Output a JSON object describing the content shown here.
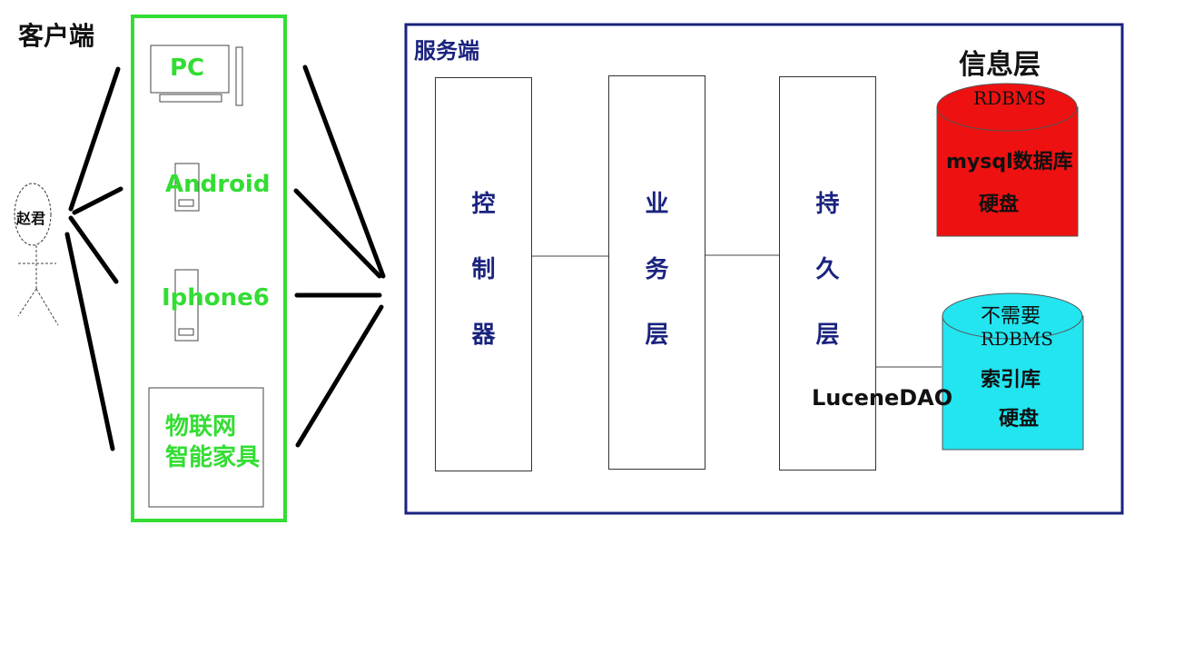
{
  "client": {
    "title": "客户端",
    "user": "赵君",
    "devices": {
      "pc": "PC",
      "android": "Android",
      "iphone": "Iphone6",
      "iot_line1": "物联网",
      "iot_line2": "智能家具"
    }
  },
  "server": {
    "title": "服务端",
    "controller": [
      "控",
      "制",
      "器"
    ],
    "business": [
      "业",
      "务",
      "层"
    ],
    "persistence": [
      "持",
      "久",
      "层"
    ],
    "dao": "LuceneDAO"
  },
  "info": {
    "title": "信息层",
    "db": {
      "line0": "RDBMS",
      "line1": "mysql数据库",
      "line2": "硬盘"
    },
    "index": {
      "line0": "不需要",
      "line1": "RDBMS",
      "line2": "索引库",
      "line3": "硬盘"
    }
  },
  "colors": {
    "green": "#33dd33",
    "navy": "#1a237e",
    "red": "#ee1111",
    "cyan": "#22e5f0"
  }
}
